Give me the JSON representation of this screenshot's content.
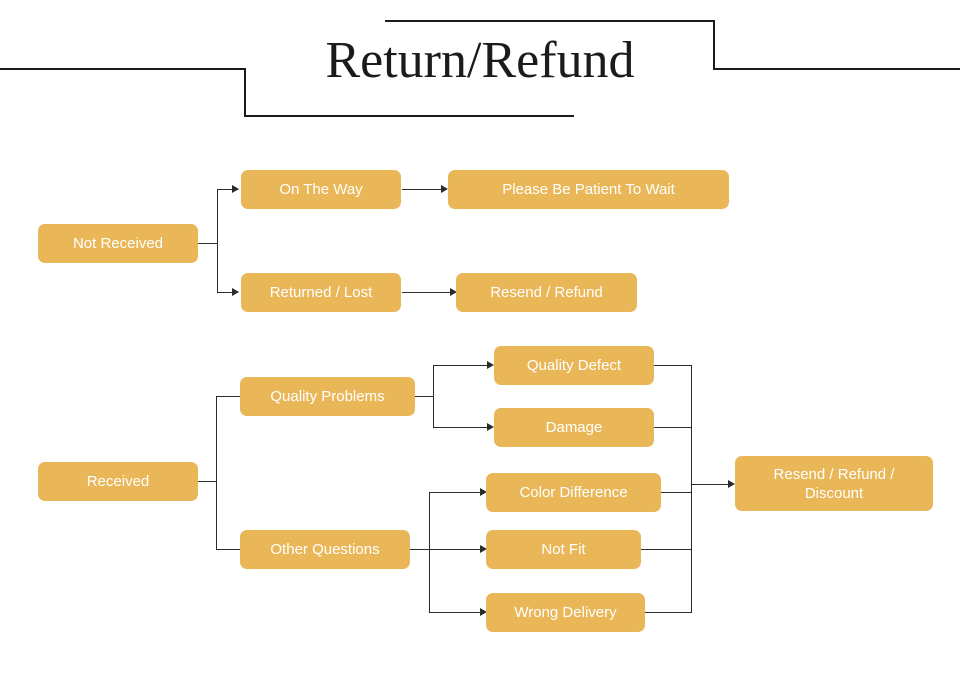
{
  "header": {
    "title": "Return/Refund"
  },
  "colors": {
    "node_fill": "#eab758",
    "node_text": "#ffffff",
    "line": "#2b2b2b",
    "background": "#ffffff"
  },
  "chart_data": {
    "type": "diagram",
    "title": "Return/Refund",
    "nodes": [
      {
        "id": "not-received",
        "label": "Not Received"
      },
      {
        "id": "on-the-way",
        "label": "On The Way"
      },
      {
        "id": "please-be-patient",
        "label": "Please Be Patient To Wait"
      },
      {
        "id": "returned-lost",
        "label": "Returned / Lost"
      },
      {
        "id": "resend-refund",
        "label": "Resend / Refund"
      },
      {
        "id": "received",
        "label": "Received"
      },
      {
        "id": "quality-problems",
        "label": "Quality Problems"
      },
      {
        "id": "quality-defect",
        "label": "Quality Defect"
      },
      {
        "id": "damage",
        "label": "Damage"
      },
      {
        "id": "other-questions",
        "label": "Other Questions"
      },
      {
        "id": "color-difference",
        "label": "Color Difference"
      },
      {
        "id": "not-fit",
        "label": "Not Fit"
      },
      {
        "id": "wrong-delivery",
        "label": "Wrong Delivery"
      },
      {
        "id": "resend-refund-discount",
        "label": "Resend / Refund / Discount"
      }
    ],
    "edges": [
      {
        "from": "not-received",
        "to": "on-the-way"
      },
      {
        "from": "not-received",
        "to": "returned-lost"
      },
      {
        "from": "on-the-way",
        "to": "please-be-patient"
      },
      {
        "from": "returned-lost",
        "to": "resend-refund"
      },
      {
        "from": "received",
        "to": "quality-problems"
      },
      {
        "from": "received",
        "to": "other-questions"
      },
      {
        "from": "quality-problems",
        "to": "quality-defect"
      },
      {
        "from": "quality-problems",
        "to": "damage"
      },
      {
        "from": "other-questions",
        "to": "color-difference"
      },
      {
        "from": "other-questions",
        "to": "not-fit"
      },
      {
        "from": "other-questions",
        "to": "wrong-delivery"
      },
      {
        "from": "quality-defect",
        "to": "resend-refund-discount"
      },
      {
        "from": "damage",
        "to": "resend-refund-discount"
      },
      {
        "from": "color-difference",
        "to": "resend-refund-discount"
      },
      {
        "from": "not-fit",
        "to": "resend-refund-discount"
      },
      {
        "from": "wrong-delivery",
        "to": "resend-refund-discount"
      }
    ]
  },
  "nodes": {
    "not_received": "Not Received",
    "on_the_way": "On The Way",
    "please_be_patient": "Please Be Patient To Wait",
    "returned_lost": "Returned / Lost",
    "resend_refund": "Resend / Refund",
    "received": "Received",
    "quality_problems": "Quality Problems",
    "quality_defect": "Quality Defect",
    "damage": "Damage",
    "other_questions": "Other Questions",
    "color_difference": "Color Difference",
    "not_fit": "Not Fit",
    "wrong_delivery": "Wrong Delivery",
    "resend_refund_discount_line1": "Resend / Refund /",
    "resend_refund_discount_line2": "Discount"
  }
}
